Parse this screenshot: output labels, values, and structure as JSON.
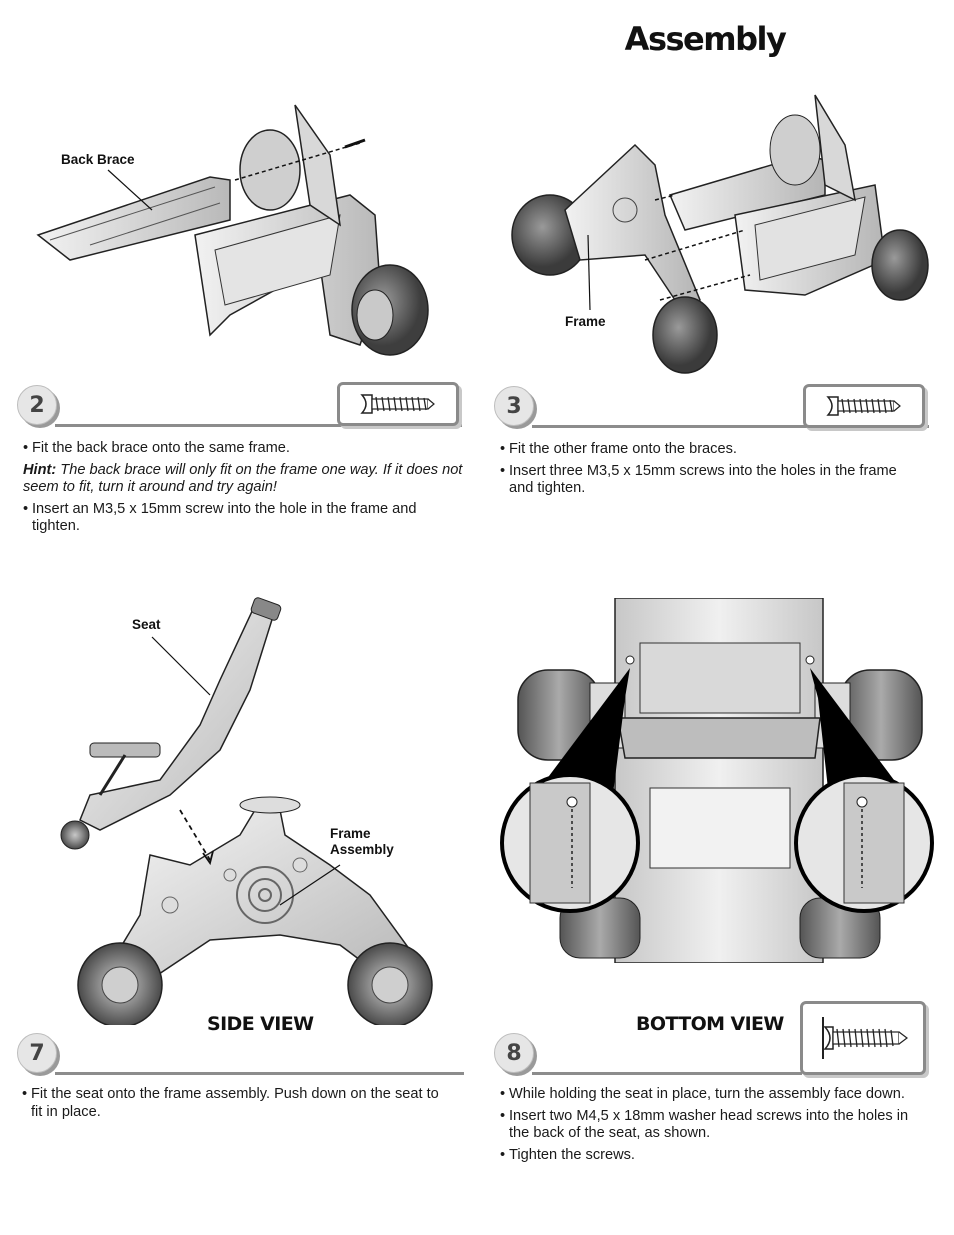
{
  "page": {
    "title": "Assembly"
  },
  "steps": [
    {
      "number": "2",
      "callouts": [
        "Back Brace"
      ],
      "bullets": [
        "Fit the back brace onto the same frame.",
        "Insert an M3,5 x 15mm screw into the hole in the frame and tighten."
      ],
      "hint": {
        "label": "Hint:",
        "text": "The back brace will only fit on the frame one way. If it does not seem to fit, turn it around and try again!"
      }
    },
    {
      "number": "3",
      "callouts": [
        "Frame"
      ],
      "bullets": [
        "Fit the other frame onto the braces.",
        "Insert three M3,5 x 15mm screws into the holes in the frame and tighten."
      ]
    },
    {
      "number": "7",
      "view_label": "SIDE VIEW",
      "callouts": [
        "Seat",
        "Frame Assembly"
      ],
      "bullets": [
        "Fit the seat onto the frame assembly. Push down on the seat to fit in place."
      ]
    },
    {
      "number": "8",
      "view_label": "BOTTOM VIEW",
      "bullets": [
        "While holding the seat in place, turn the assembly face down.",
        "Insert two M4,5 x 18mm washer head screws into the holes in the back of the seat, as shown.",
        "Tighten the screws."
      ]
    }
  ],
  "icons": {
    "screw_short": "screw-icon",
    "screw_washer": "washer-head-screw-icon"
  }
}
